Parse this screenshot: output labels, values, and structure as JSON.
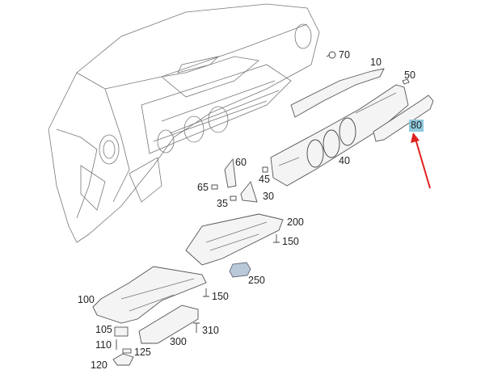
{
  "diagram": {
    "callouts": [
      {
        "id": "c70",
        "text": "70"
      },
      {
        "id": "c10",
        "text": "10"
      },
      {
        "id": "c50",
        "text": "50"
      },
      {
        "id": "c80",
        "text": "80",
        "highlighted": true
      },
      {
        "id": "c60",
        "text": "60"
      },
      {
        "id": "c40",
        "text": "40"
      },
      {
        "id": "c45",
        "text": "45"
      },
      {
        "id": "c65",
        "text": "65"
      },
      {
        "id": "c30",
        "text": "30"
      },
      {
        "id": "c35",
        "text": "35"
      },
      {
        "id": "c200",
        "text": "200"
      },
      {
        "id": "c150a",
        "text": "150"
      },
      {
        "id": "c250",
        "text": "250"
      },
      {
        "id": "c150b",
        "text": "150"
      },
      {
        "id": "c100",
        "text": "100"
      },
      {
        "id": "c105",
        "text": "105"
      },
      {
        "id": "c310",
        "text": "310"
      },
      {
        "id": "c110",
        "text": "110"
      },
      {
        "id": "c300",
        "text": "300"
      },
      {
        "id": "c125",
        "text": "125"
      },
      {
        "id": "c120",
        "text": "120"
      }
    ],
    "colors": {
      "highlight": "#8fc9dc",
      "arrow": "#e02020",
      "part_highlight": "#b9c9d9"
    }
  }
}
